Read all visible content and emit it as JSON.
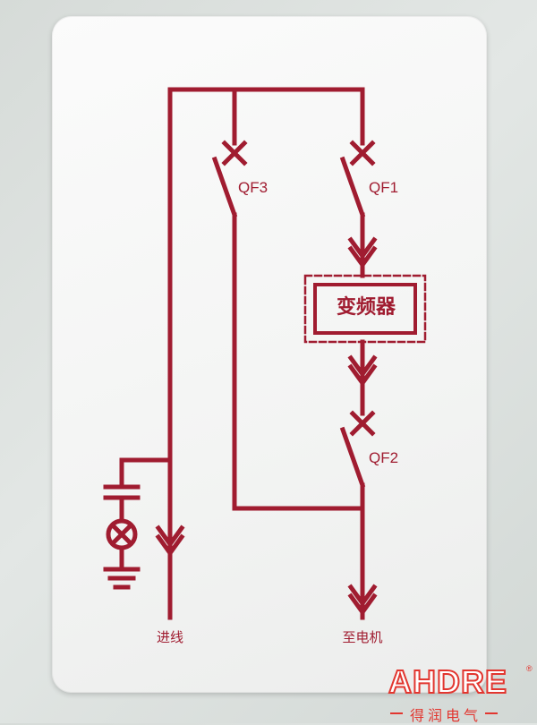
{
  "diagram": {
    "labels": {
      "qf3": "QF3",
      "qf1": "QF1",
      "qf2": "QF2",
      "vfd": "变频器",
      "incoming": "进线",
      "to_motor": "至电机"
    }
  },
  "brand": {
    "logo": "AHDRE",
    "registered": "®",
    "tagline": "得润电气"
  },
  "colors": {
    "line": "#a01c30",
    "brand": "#e2362f",
    "panel": "#f4f5f4"
  }
}
